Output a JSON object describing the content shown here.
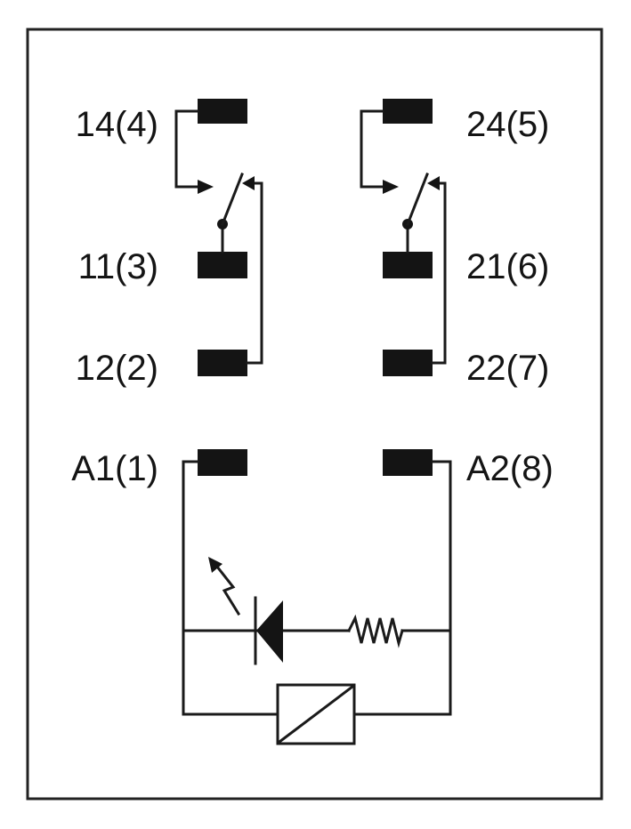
{
  "terminals": {
    "t14": "14(4)",
    "t11": "11(3)",
    "t12": "12(2)",
    "a1": "A1(1)",
    "t24": "24(5)",
    "t21": "21(6)",
    "t22": "22(7)",
    "a2": "A2(8)"
  },
  "colors": {
    "ink": "#141414",
    "background": "#ffffff"
  },
  "icons": {
    "contact_left": "changeover-contact-icon",
    "contact_right": "changeover-contact-icon",
    "led": "led-diode-icon",
    "resistor": "resistor-icon",
    "coil": "relay-coil-icon"
  }
}
